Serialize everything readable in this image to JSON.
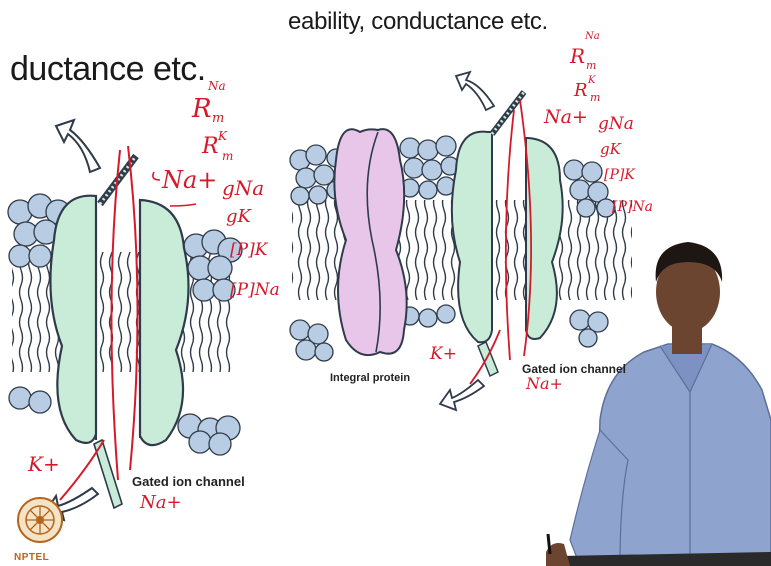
{
  "slide": {
    "heading_right": "eability, conductance etc.",
    "heading_left": "ductance etc.",
    "caption_integral_protein": "Integral protein",
    "caption_gated_channel_right": "Gated ion channel",
    "caption_gated_channel_left": "Gated ion channel"
  },
  "annotations_right": {
    "r_na": "R",
    "r_na_sub": "m",
    "r_na_sup": "Na",
    "r_k": "R",
    "r_k_sub": "m",
    "r_k_sup": "K",
    "na_plus": "Na+",
    "g_na": "gNa",
    "g_k": "gK",
    "p_k": "[P]K",
    "p_na": "[P]Na",
    "k_plus": "K+",
    "na_plus_bottom": "Na+"
  },
  "annotations_left": {
    "r_na": "R",
    "r_na_sub": "m",
    "r_na_sup": "Na",
    "r_k": "R",
    "r_k_sub": "m",
    "r_k_sup": "K",
    "na_plus": "Na+",
    "g_na": "gNa",
    "g_k": "gK",
    "p_k": "[P]K",
    "p_na": "[P]Na",
    "k_plus": "K+",
    "na_plus_bottom": "Na+"
  },
  "logo": {
    "text": "NPTEL"
  },
  "colors": {
    "lipid_head": "#b8cde3",
    "lipid_outline": "#2f3b4a",
    "channel": "#c9ecd8",
    "integral_protein": "#e8c6ea",
    "ink": "#d41a2a",
    "shirt": "#8fa3cf",
    "skin": "#6b4530"
  }
}
